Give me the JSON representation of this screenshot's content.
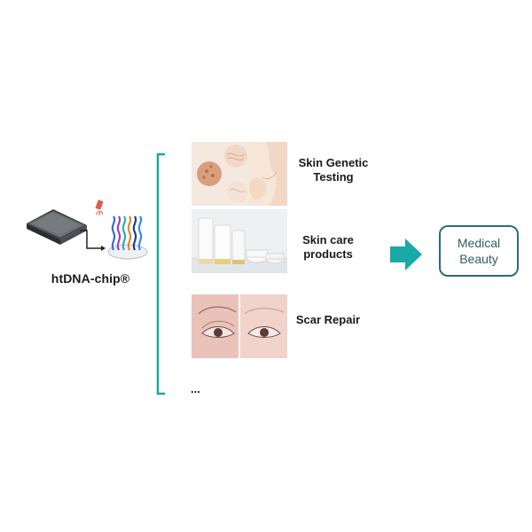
{
  "chip": {
    "label": "htDNA-chip®"
  },
  "applications": [
    {
      "label": "Skin Genetic Testing",
      "image": "skin-closeup-image"
    },
    {
      "label": "Skin care products",
      "image": "cosmetic-products-image"
    },
    {
      "label": "Scar Repair",
      "image": "eye-before-after-image"
    }
  ],
  "more_items": "...",
  "result": {
    "label": "Medical Beauty"
  },
  "colors": {
    "accent": "#19a9a6",
    "bracket": "#1aa8a0",
    "result_border": "#2f6b77",
    "result_text": "#2f5d6a",
    "chip": "#6b6f74"
  }
}
